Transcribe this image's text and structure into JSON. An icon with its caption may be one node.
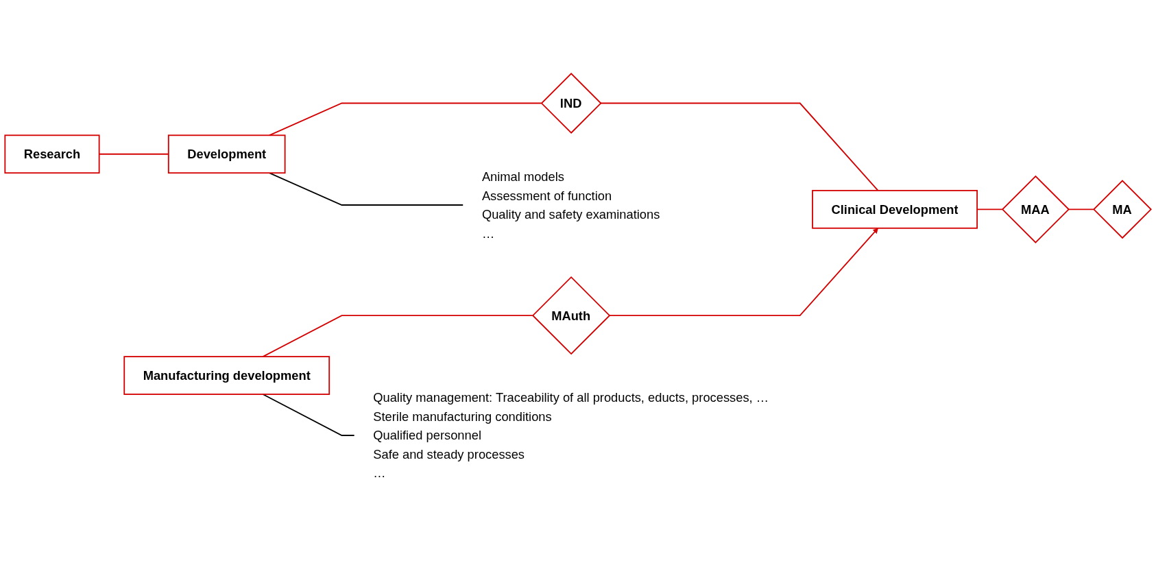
{
  "diagram": {
    "nodes": [
      {
        "text": [
          "Research"
        ]
      },
      {
        "text": [
          "Development"
        ]
      },
      {
        "text": [
          "IND"
        ]
      },
      {
        "text": [
          "Clinical Development"
        ]
      },
      {
        "text": [
          "MAA"
        ]
      },
      {
        "text": [
          "MA"
        ]
      },
      {
        "text": [
          "Manufacturing development"
        ]
      },
      {
        "text": [
          "MAuth"
        ]
      },
      {
        "text": [
          "Animal models",
          "Assessment of function",
          "Quality and safety examinations",
          "…"
        ]
      },
      {
        "text": [
          "Quality management: Traceability of all products, educts, processes, …",
          "Sterile manufacturing conditions",
          "Qualified personnel",
          "Safe and steady processes",
          "…"
        ]
      }
    ],
    "edges": [
      {
        "from": 0,
        "to": 1,
        "arrow": "none"
      },
      {
        "from": 1,
        "to": 2,
        "arrow": "none"
      },
      {
        "from": 2,
        "to": 3,
        "arrow": "none"
      },
      {
        "from": 3,
        "to": 4,
        "arrow": "none"
      },
      {
        "from": 4,
        "to": 5,
        "arrow": "none"
      },
      {
        "from": 6,
        "to": 7,
        "arrow": "none"
      },
      {
        "from": 7,
        "to": 3,
        "arrow": "to"
      },
      {
        "from": 1,
        "to": 8,
        "arrow": "none",
        "color": "#000000"
      },
      {
        "from": 6,
        "to": 9,
        "arrow": "none",
        "color": "#000000"
      }
    ]
  }
}
